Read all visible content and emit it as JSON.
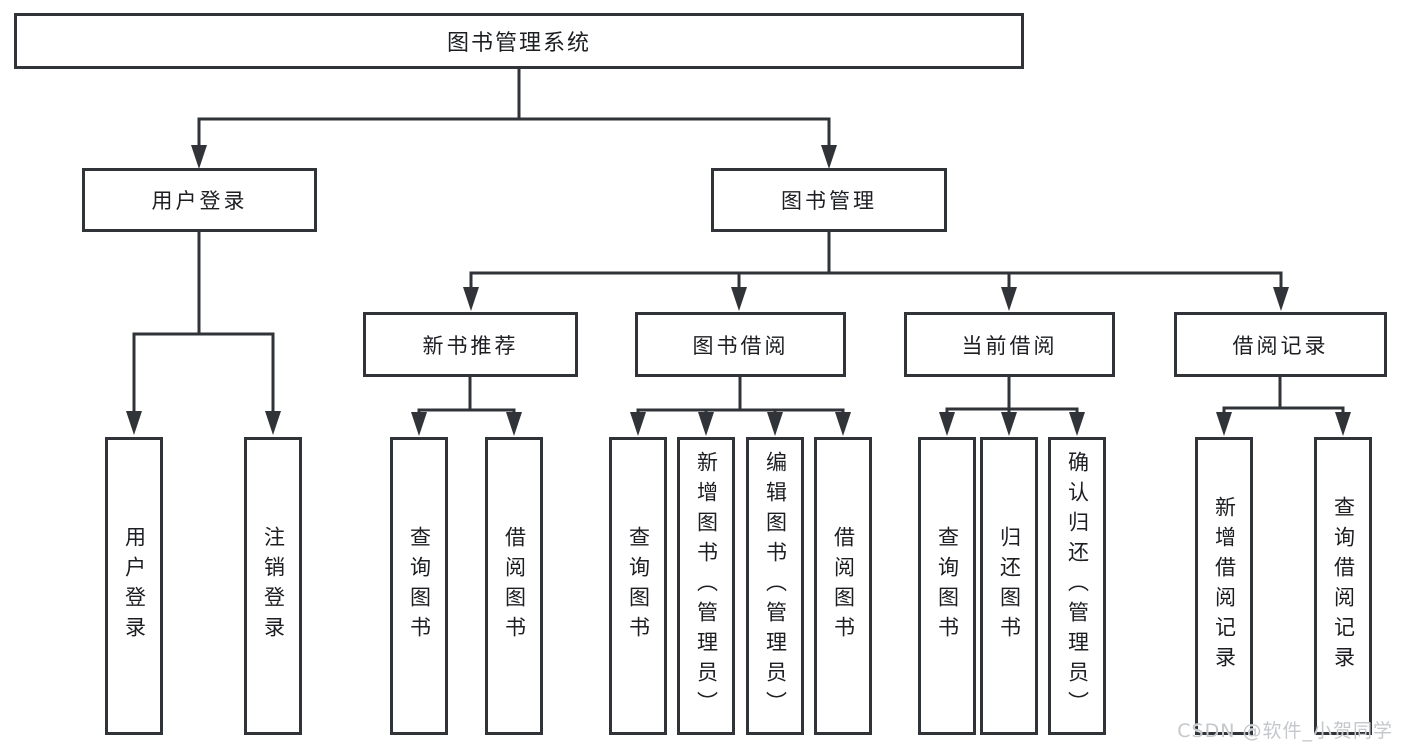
{
  "diagram": {
    "root": {
      "label": "图书管理系统"
    },
    "level2": [
      {
        "label": "用户登录"
      },
      {
        "label": "图书管理"
      }
    ],
    "level3": [
      {
        "label": "新书推荐"
      },
      {
        "label": "图书借阅"
      },
      {
        "label": "当前借阅"
      },
      {
        "label": "借阅记录"
      }
    ],
    "leaves": {
      "userLogin": [
        {
          "label": "用户登录"
        },
        {
          "label": "注销登录"
        }
      ],
      "newBooks": [
        {
          "label": "查询图书"
        },
        {
          "label": "借阅图书"
        }
      ],
      "borrow": [
        {
          "label": "查询图书"
        },
        {
          "label": "新增图书（管理员）"
        },
        {
          "label": "编辑图书（管理员）"
        },
        {
          "label": "借阅图书"
        }
      ],
      "current": [
        {
          "label": "查询图书"
        },
        {
          "label": "归还图书"
        },
        {
          "label": "确认归还（管理员）"
        }
      ],
      "records": [
        {
          "label": "新增借阅记录"
        },
        {
          "label": "查询借阅记录"
        }
      ]
    }
  },
  "watermark": {
    "text": "CSDN @软件_小贺同学"
  },
  "colors": {
    "line": "#303338",
    "text": "#1c1e22",
    "watermark": "#c4c7cb",
    "background": "#ffffff"
  }
}
